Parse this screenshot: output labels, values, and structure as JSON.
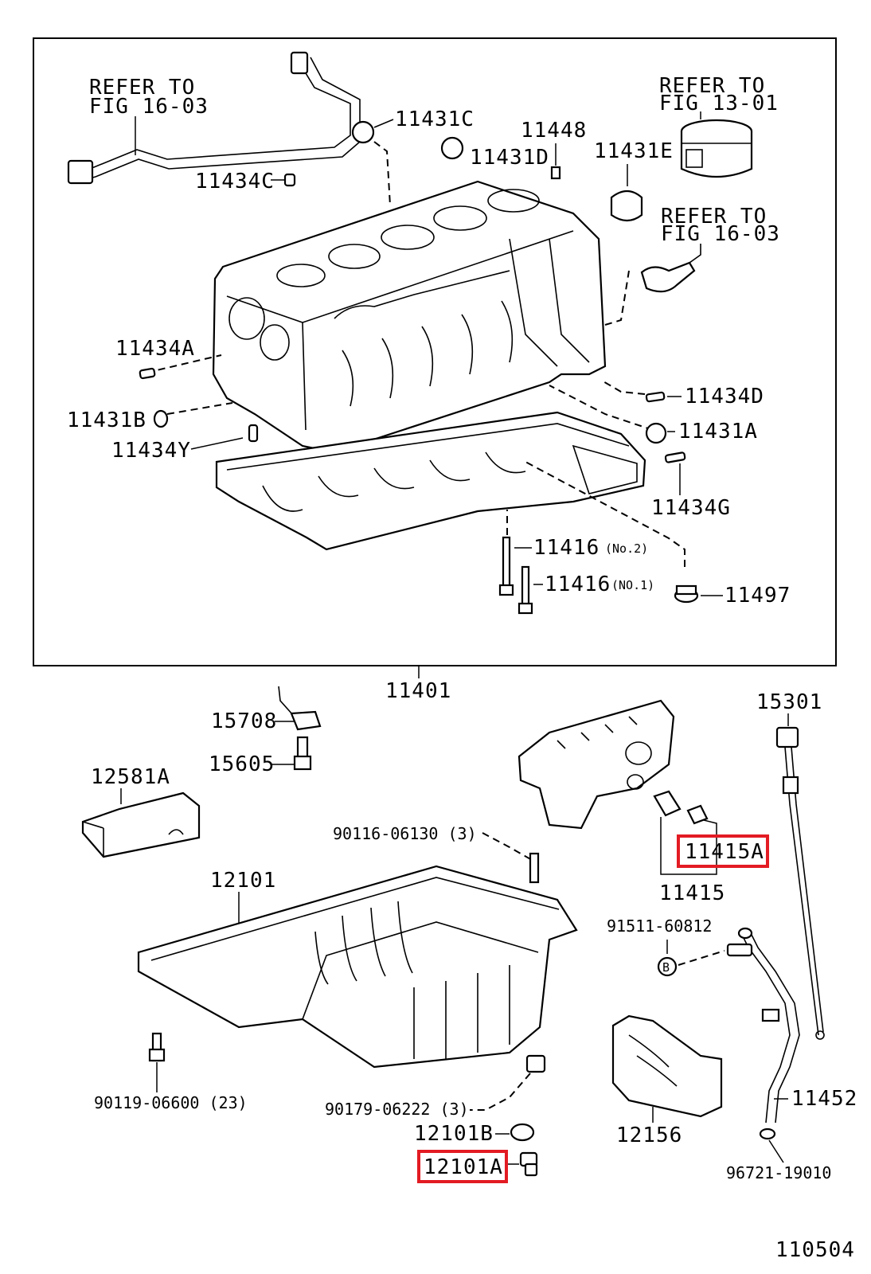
{
  "diagram": {
    "fig_number": "110504",
    "refs": {
      "ref_a": [
        "REFER TO",
        "FIG 16-03"
      ],
      "ref_b": [
        "REFER TO",
        "FIG 13-01"
      ],
      "ref_c": [
        "REFER TO",
        "FIG 16-03"
      ]
    },
    "block_labels": {
      "p11431C": "11431C",
      "p11448": "11448",
      "p11431D": "11431D",
      "p11431E": "11431E",
      "p11434C": "11434C",
      "p11434A": "11434A",
      "p11431B": "11431B",
      "p11434Y": "11434Y",
      "p11434D": "11434D",
      "p11431A": "11431A",
      "p11434G": "11434G",
      "p11416_no2": "11416",
      "p11416_no2_note": "(No.2)",
      "p11416_no1": "11416",
      "p11416_no1_note": "(NO.1)",
      "p11497": "11497"
    },
    "assembly_label": "11401",
    "lower_labels": {
      "p15301": "15301",
      "p15708": "15708",
      "p15605": "15605",
      "p12581A": "12581A",
      "p90116": "90116-06130 (3)",
      "p11415A": "11415A",
      "p11415": "11415",
      "p12101": "12101",
      "p91511": "91511-60812",
      "bolt_symbol": "B",
      "p90119": "90119-06600 (23)",
      "p90179": "90179-06222 (3)",
      "p12101B": "12101B",
      "p12101A": "12101A",
      "p12156": "12156",
      "p11452": "11452",
      "p96721": "96721-19010"
    },
    "highlighted_parts": [
      "11415A",
      "12101A"
    ],
    "highlight_color": "#e31b23"
  }
}
